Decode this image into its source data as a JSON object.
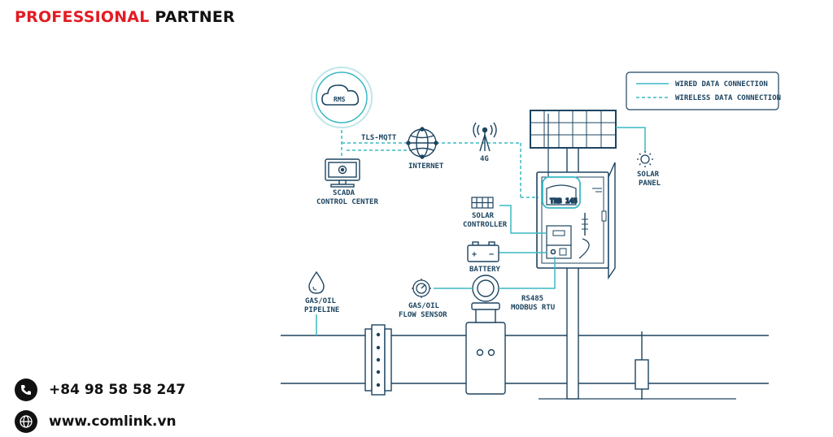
{
  "header": {
    "brand_red": "PROFESSIONAL",
    "brand_dark": "PARTNER"
  },
  "legend": {
    "wired": "WIRED DATA CONNECTION",
    "wireless": "WIRELESS DATA CONNECTION"
  },
  "nodes": {
    "rms": "RMS",
    "tls": "TLS-MQTT",
    "internet": "INTERNET",
    "g4": "4G",
    "scada_1": "SCADA",
    "scada_2": "CONTROL CENTER",
    "router": "TRB 145",
    "solar_ctrl_1": "SOLAR",
    "solar_ctrl_2": "CONTROLLER",
    "battery": "BATTERY",
    "solar_panel_1": "SOLAR",
    "solar_panel_2": "PANEL",
    "pipeline_1": "GAS/OIL",
    "pipeline_2": "PIPELINE",
    "flow_1": "GAS/OIL",
    "flow_2": "FLOW SENSOR",
    "rs485_1": "RS485",
    "rs485_2": "MODBUS RTU",
    "battery_plus": "+",
    "battery_minus": "−"
  },
  "contact": {
    "phone": "+84 98 58 58 247",
    "website": "www.comlink.vn"
  },
  "icons": [
    "phone-icon",
    "globe-icon",
    "cloud-icon",
    "monitor-icon",
    "globe-network-icon",
    "antenna-icon",
    "sun-icon",
    "solar-panel-icon",
    "droplet-icon",
    "gauge-icon"
  ],
  "colors": {
    "brand_red": "#e31b23",
    "line_teal": "#3ab8c4",
    "outline_navy": "#1d4460"
  }
}
